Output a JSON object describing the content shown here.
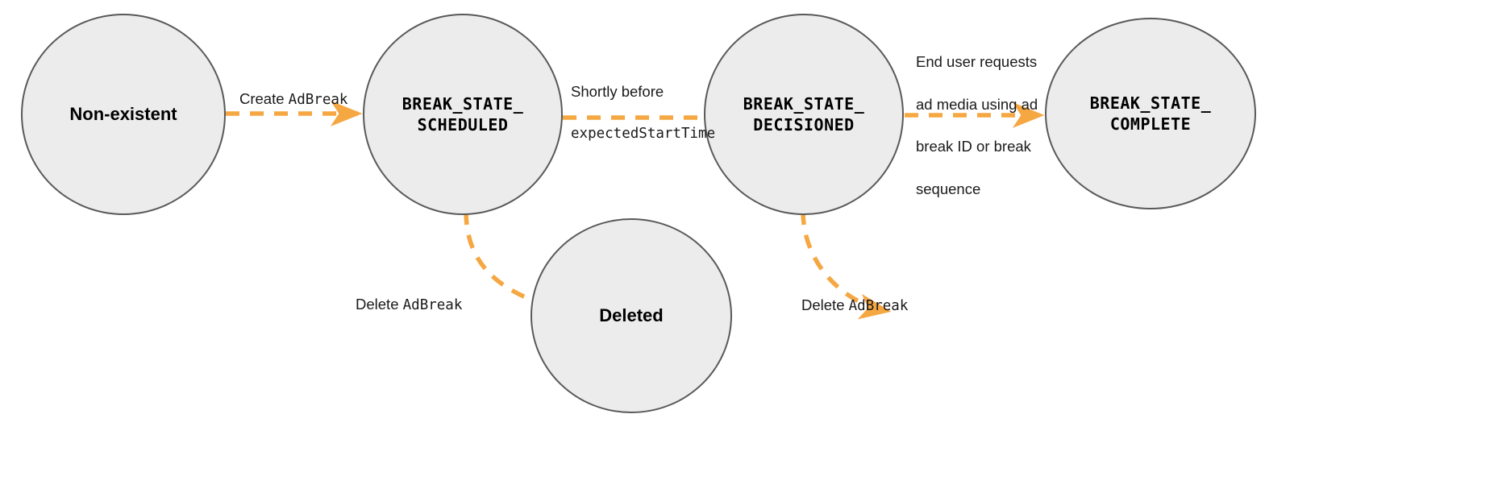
{
  "diagram": {
    "title": "AdBreak state transition diagram",
    "background_color": "#ffffff",
    "node_fill_color": "#ececec",
    "node_stroke_color": "#595959",
    "edge_color": "#f5a742",
    "text_color": "#1a1a1a"
  },
  "nodes": [
    {
      "id": "non-existent",
      "label": "Non-existent",
      "style": "sans"
    },
    {
      "id": "break-state-scheduled",
      "label": "BREAK_STATE_\nSCHEDULED",
      "style": "mono"
    },
    {
      "id": "break-state-decisioned",
      "label": "BREAK_STATE_\nDECISIONED",
      "style": "mono"
    },
    {
      "id": "break-state-complete",
      "label": "BREAK_STATE_\nCOMPLETE",
      "style": "mono"
    },
    {
      "id": "deleted",
      "label": "Deleted",
      "style": "sans"
    }
  ],
  "edges": [
    {
      "id": "create-adbreak",
      "from": "non-existent",
      "to": "break-state-scheduled",
      "label_sans": "Create ",
      "label_mono": "AdBreak",
      "label_lines": []
    },
    {
      "id": "shortly-before-expected-start-time",
      "from": "break-state-scheduled",
      "to": "break-state-decisioned",
      "label_sans": "Shortly before",
      "label_mono": "expectedStartTime",
      "label_lines": []
    },
    {
      "id": "end-user-requests-ad-media",
      "from": "break-state-decisioned",
      "to": "break-state-complete",
      "label_sans": "",
      "label_mono": "",
      "label_lines": [
        "End user requests",
        "ad media using ad",
        "break ID or break",
        "sequence"
      ]
    },
    {
      "id": "delete-adbreak-scheduled",
      "from": "break-state-scheduled",
      "to": "deleted",
      "label_sans": "Delete ",
      "label_mono": "AdBreak",
      "label_lines": []
    },
    {
      "id": "delete-adbreak-decisioned",
      "from": "break-state-decisioned",
      "to": "deleted",
      "label_sans": "Delete ",
      "label_mono": "AdBreak",
      "label_lines": []
    }
  ]
}
